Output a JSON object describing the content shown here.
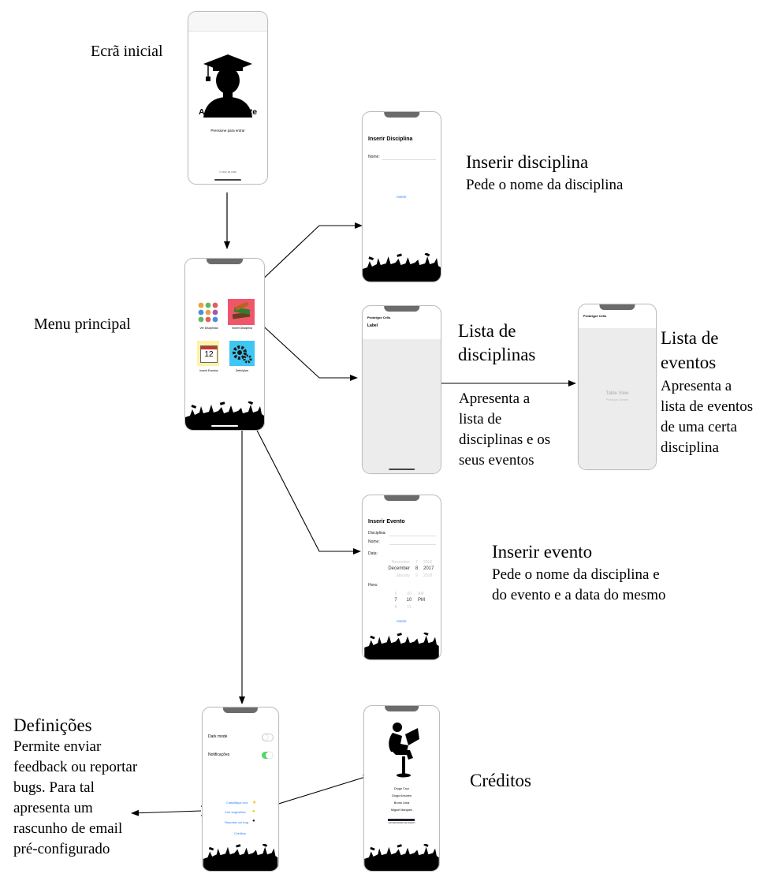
{
  "labels": {
    "home": "Ecrã inicial",
    "menu": "Menu principal",
    "insert_subject_title": "Inserir disciplina",
    "insert_subject_desc": "Pede o nome da disciplina",
    "list_subjects_title_1": "Lista de",
    "list_subjects_title_2": "disciplinas",
    "list_subjects_desc": [
      "Apresenta a",
      "lista de",
      "disciplinas e os",
      "seus eventos"
    ],
    "list_events_title_1": "Lista de",
    "list_events_title_2": "eventos",
    "list_events_desc": [
      "Apresenta a",
      "lista de eventos",
      "de uma certa",
      "disciplina"
    ],
    "insert_event_title": "Inserir evento",
    "insert_event_desc": [
      "Pede o nome da disciplina e",
      "do evento e a data do mesmo"
    ],
    "settings_title": "Definições",
    "settings_desc": [
      "Permite enviar",
      "feedback ou reportar",
      "bugs. Para tal",
      "apresenta um",
      "rascunho de email",
      "pré-configurado"
    ],
    "credits_title": "Créditos"
  },
  "screens": {
    "home": {
      "app_name": "App Estudante",
      "subtitle": "Pressione para entrar",
      "footer": "© 2017-18 CMD"
    },
    "menu": {
      "tiles": [
        "Ver Disciplinas",
        "Inserir Disciplina",
        "Inserir Eventos",
        "Definições"
      ],
      "calendar_day": "12"
    },
    "insert_subject": {
      "title": "Inserir Disciplina",
      "name_label": "Nome:",
      "insert_btn": "Inserir"
    },
    "list_subjects": {
      "header": "Prototype Cells",
      "label": "Label"
    },
    "list_events": {
      "header": "Prototype Cells",
      "table": "Table View",
      "table_sub": "Prototype Content"
    },
    "insert_event": {
      "title": "Inserir Evento",
      "subject_label": "Disciplina:",
      "name_label": "Nome:",
      "date_label": "Data:",
      "time_label": "Hora:",
      "insert_btn": "Inserir",
      "date_rows": [
        [
          "November",
          "7",
          "2016"
        ],
        [
          "December",
          "8",
          "2017"
        ],
        [
          "January",
          "9",
          "2018"
        ]
      ],
      "time_rows": [
        [
          "6",
          "09",
          "AM"
        ],
        [
          "7",
          "10",
          "PM"
        ],
        [
          "8",
          "11",
          ""
        ]
      ]
    },
    "settings": {
      "dark_mode": "Dark mode",
      "notifications": "Notificações",
      "links": [
        "Classifique-nos",
        "Crie sugestões",
        "Reportar um bug",
        "Créditos"
      ],
      "dark_mode_on": false,
      "notifications_on": true,
      "toggle_on_color": "#4cd964"
    },
    "credits": {
      "names": [
        "Diogo Cruz",
        "Diogo Antunes",
        "Bruno Lima",
        "Miguel Marques"
      ],
      "footer": "UNIVERSIDADE DE AVEIRO"
    }
  },
  "colors": {
    "link": "#2a7fff",
    "tile_red": "#f0566a",
    "tile_yellow": "#fff2a8",
    "tile_blue": "#3ec7f2",
    "tile_gray": "#e8e8e8"
  }
}
